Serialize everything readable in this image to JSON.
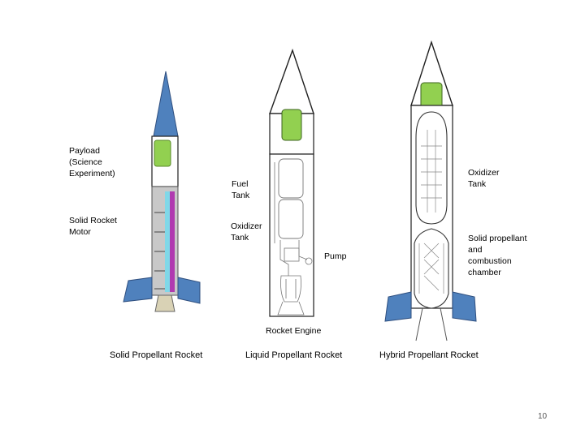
{
  "labels": {
    "payload": "Payload\n(Science\nExperiment)",
    "solid_motor": "Solid Rocket\nMotor",
    "fuel_tank": "Fuel\nTank",
    "oxidizer_tank_liquid": "Oxidizer\nTank",
    "pump": "Pump",
    "rocket_engine": "Rocket Engine",
    "oxidizer_tank_hybrid": "Oxidizer\nTank",
    "solid_propellant_chamber": "Solid propellant\nand\ncombustion\nchamber"
  },
  "captions": {
    "solid": "Solid Propellant Rocket",
    "liquid": "Liquid Propellant Rocket",
    "hybrid": "Hybrid Propellant Rocket"
  },
  "page_number": "10",
  "colors": {
    "fin_blue": "#4f81bd",
    "payload_green": "#92d050",
    "outline": "#1f1f1f",
    "propellant_magenta": "#b03ab0",
    "propellant_cyan": "#7fd8e8",
    "casing_gray": "#b8b8b8"
  }
}
